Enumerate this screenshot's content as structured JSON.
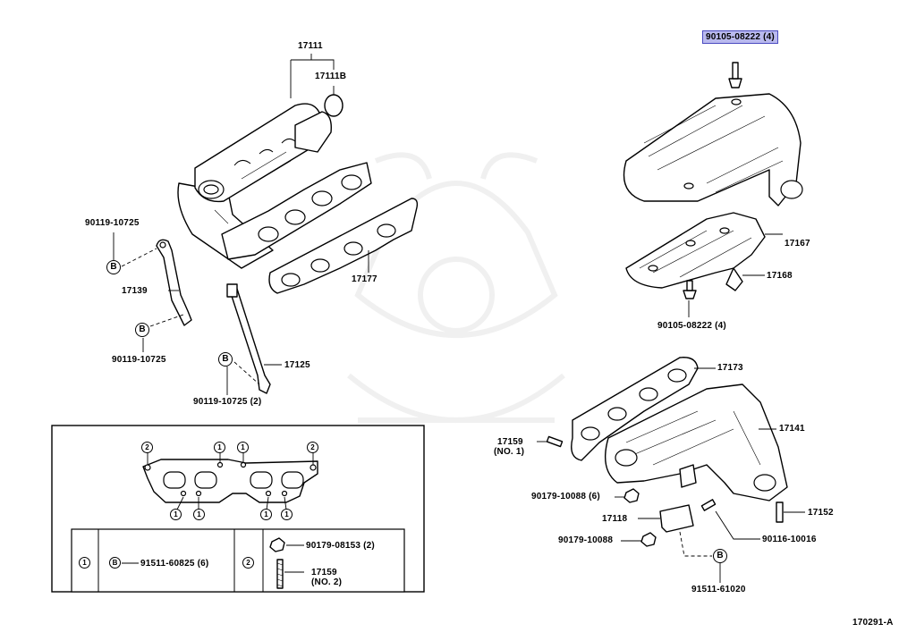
{
  "diagram": {
    "ref_code": "170291-A",
    "highlighted_part": "90105-08222 (4)",
    "labels": {
      "p17111": "17111",
      "p17111b": "17111B",
      "p17177": "17177",
      "p90119_top": "90119-10725",
      "p17139": "17139",
      "p90119_mid": "90119-10725",
      "p90119_bot": "90119-10725 (2)",
      "p17125": "17125",
      "p17167": "17167",
      "p17168": "17168",
      "p90105_bot": "90105-08222 (4)",
      "p17173": "17173",
      "p17141": "17141",
      "p17159_1": "17159",
      "p17159_1_note": "(NO. 1)",
      "p90179_6": "90179-10088 (6)",
      "p17118": "17118",
      "p90179": "90179-10088",
      "p17152": "17152",
      "p90116": "90116-10016",
      "p91511_61020": "91511-61020"
    },
    "markers": {
      "b": "B",
      "one": "1",
      "two": "2"
    },
    "legend": {
      "row1_key": "1",
      "row1_marker": "B",
      "row1_part": "91511-60825 (6)",
      "row2_key": "2",
      "row2_part_a": "90179-08153 (2)",
      "row2_part_b": "17159",
      "row2_part_b_note": "(NO. 2)"
    }
  }
}
